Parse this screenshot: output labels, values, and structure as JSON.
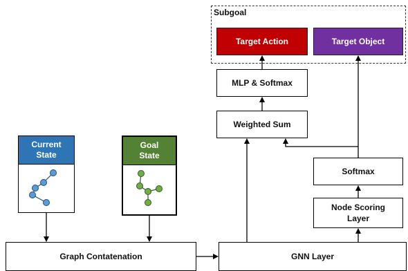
{
  "subgoal": {
    "title": "Subgoal"
  },
  "outputs": {
    "target_action": {
      "label": "Target Action",
      "color": "#C00000"
    },
    "target_object": {
      "label": "Target Object",
      "color": "#7030A0"
    }
  },
  "nodes": {
    "mlp_softmax": "MLP & Softmax",
    "weighted_sum": "Weighted Sum",
    "softmax": "Softmax",
    "node_scoring": [
      "Node Scoring",
      "Layer"
    ],
    "graph_concat": "Graph Contatenation",
    "gnn_layer": "GNN Layer"
  },
  "current_state": {
    "title": [
      "Current",
      "State"
    ],
    "color": "#2E75B6",
    "node_color": "#5B9BD5"
  },
  "goal_state": {
    "title": [
      "Goal",
      "State"
    ],
    "color": "#548235",
    "node_color": "#70AD47"
  }
}
